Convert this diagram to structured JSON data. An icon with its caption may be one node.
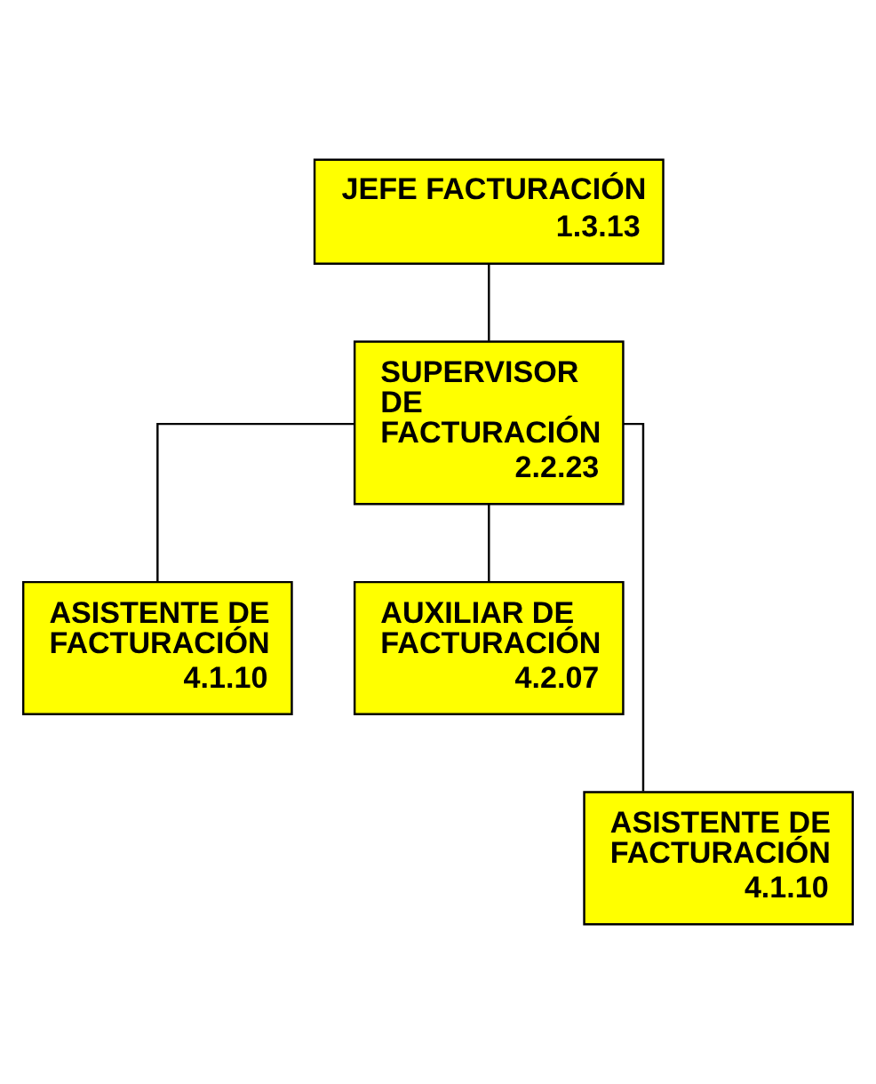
{
  "diagram": {
    "nodes": [
      {
        "text": [
          "JEFE FACTURACIÓN",
          "1.3.13"
        ]
      },
      {
        "text": [
          "SUPERVISOR DE FACTURACIÓN",
          "2.2.23"
        ]
      },
      {
        "text": [
          "ASISTENTE DE FACTURACIÓN",
          "4.1.10"
        ]
      },
      {
        "text": [
          "AUXILIAR DE FACTURACIÓN",
          "4.2.07"
        ]
      },
      {
        "text": [
          "ASISTENTE DE FACTURACIÓN",
          "4.1.10"
        ]
      }
    ],
    "edges": [
      {
        "from": 0,
        "to": 1,
        "arrow": "none"
      },
      {
        "from": 1,
        "to": 2,
        "arrow": "none"
      },
      {
        "from": 1,
        "to": 3,
        "arrow": "none"
      },
      {
        "from": 1,
        "to": 4,
        "arrow": "none"
      }
    ]
  }
}
